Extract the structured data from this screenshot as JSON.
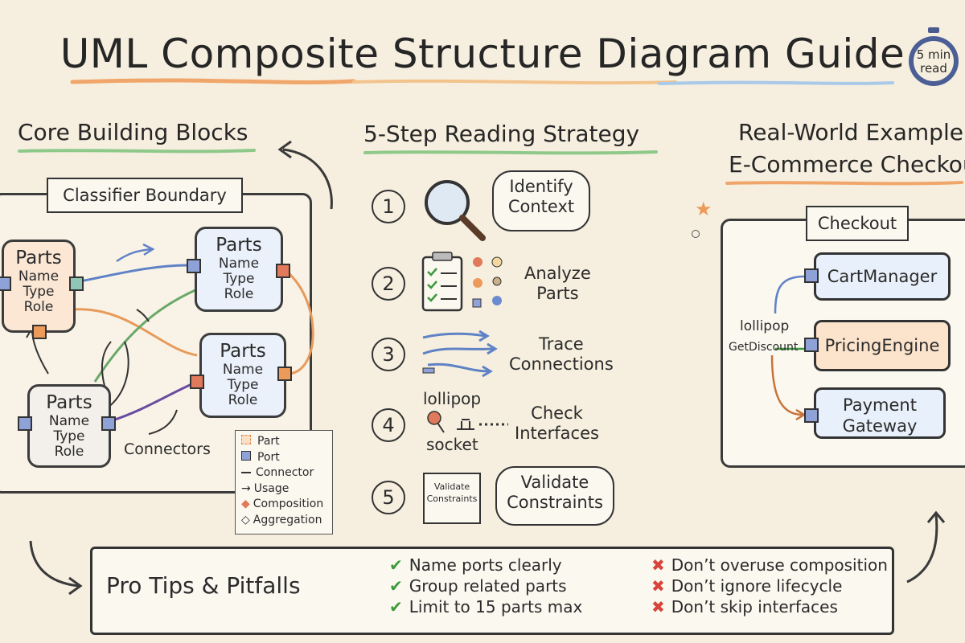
{
  "title": "UML Composite Structure Diagram Guide",
  "badge": {
    "line1": "5 min",
    "line2": "read"
  },
  "left": {
    "heading": "Core Building Blocks",
    "boundary_label": "Classifier Boundary",
    "parts": [
      {
        "title": "Parts",
        "l1": "Name",
        "l2": "Type",
        "l3": "Role"
      },
      {
        "title": "Parts",
        "l1": "Name",
        "l2": "Type",
        "l3": "Role"
      },
      {
        "title": "Parts",
        "l1": "Name",
        "l2": "Type",
        "l3": "Role"
      },
      {
        "title": "Parts",
        "l1": "Name",
        "l2": "Type",
        "l3": "Role"
      }
    ],
    "connectors_label": "Connectors",
    "legend": [
      "Part",
      "Port",
      "Connector",
      "Usage",
      "Composition",
      "Aggregation"
    ]
  },
  "middle": {
    "heading": "5-Step Reading Strategy",
    "steps": [
      {
        "num": "1",
        "l1": "Identify",
        "l2": "Context"
      },
      {
        "num": "2",
        "l1": "Analyze",
        "l2": "Parts"
      },
      {
        "num": "3",
        "l1": "Trace",
        "l2": "Connections"
      },
      {
        "num": "4",
        "l1": "Check",
        "l2": "Interfaces"
      },
      {
        "num": "5",
        "l1": "Validate",
        "l2": "Constraints"
      }
    ],
    "lollipop": "lollipop",
    "socket": "socket",
    "note_l1": "Validate",
    "note_l2": "Constraints"
  },
  "right": {
    "heading_l1": "Real-World Example",
    "heading_l2": "E-Commerce Checkout",
    "container": "Checkout",
    "components": [
      "CartManager",
      "PricingEngine",
      "Payment",
      "Gateway"
    ],
    "lollipop": "lollipop",
    "interface": "GetDiscount"
  },
  "tips": {
    "heading": "Pro Tips & Pitfalls",
    "dos": [
      "Name ports clearly",
      "Group related parts",
      "Limit to 15 parts max"
    ],
    "donts": [
      "Don’t overuse composition",
      "Don’t ignore lifecycle",
      "Don’t skip interfaces"
    ],
    "check_icon": "✔",
    "cross_icon": "✖"
  },
  "colors": {
    "background": "#f6efdf",
    "orange": "#eb9a5a",
    "blue": "#8ea2d8",
    "green": "#3c9a3c",
    "red": "#d8443a"
  }
}
